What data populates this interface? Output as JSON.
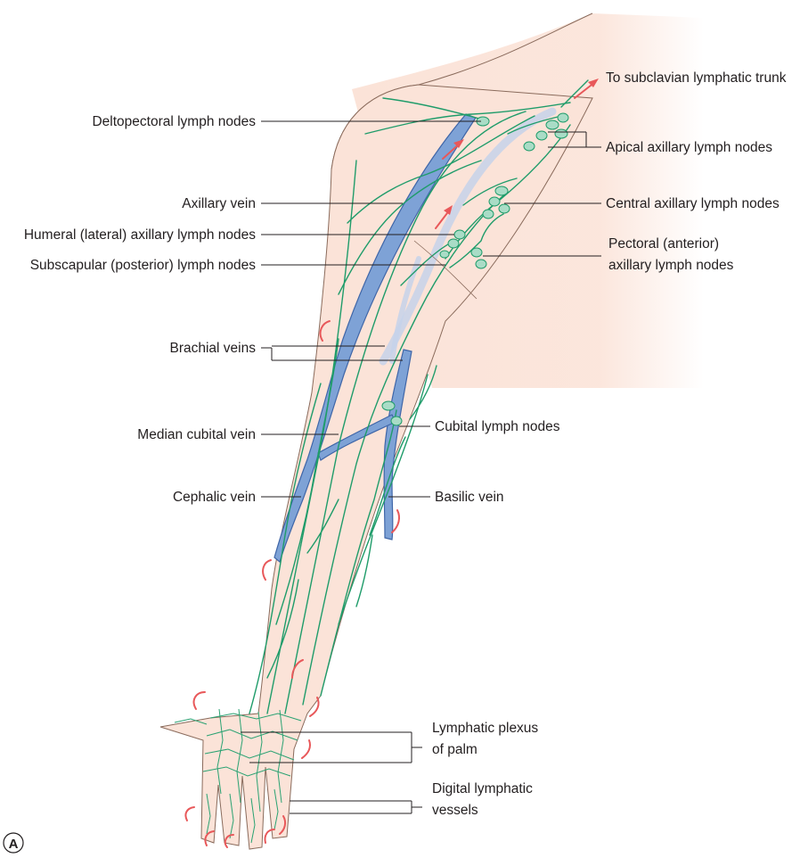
{
  "figure": {
    "panel_letter": "A",
    "labels": {
      "subclavian_trunk": "To subclavian lymphatic trunk",
      "deltopectoral": "Deltopectoral lymph nodes",
      "apical": "Apical axillary lymph nodes",
      "axillary_vein": "Axillary vein",
      "central": "Central axillary lymph nodes",
      "humeral": "Humeral (lateral) axillary lymph nodes",
      "pectoral_1": "Pectoral (anterior)",
      "pectoral_2": "axillary lymph nodes",
      "subscapular": "Subscapular (posterior) lymph nodes",
      "brachial": "Brachial veins",
      "median_cubital": "Median cubital vein",
      "cubital_nodes": "Cubital lymph nodes",
      "cephalic": "Cephalic vein",
      "basilic": "Basilic vein",
      "palm_1": "Lymphatic plexus",
      "palm_2": "of palm",
      "digital_1": "Digital lymphatic",
      "digital_2": "vessels"
    },
    "colors": {
      "skin": "#fbe3d8",
      "lymph": "#1f9c6a",
      "node": "#a9dcc6",
      "vein": "#7ea2d6",
      "deep_vein": "#c6d2ea",
      "arrow": "#e8585a"
    }
  }
}
